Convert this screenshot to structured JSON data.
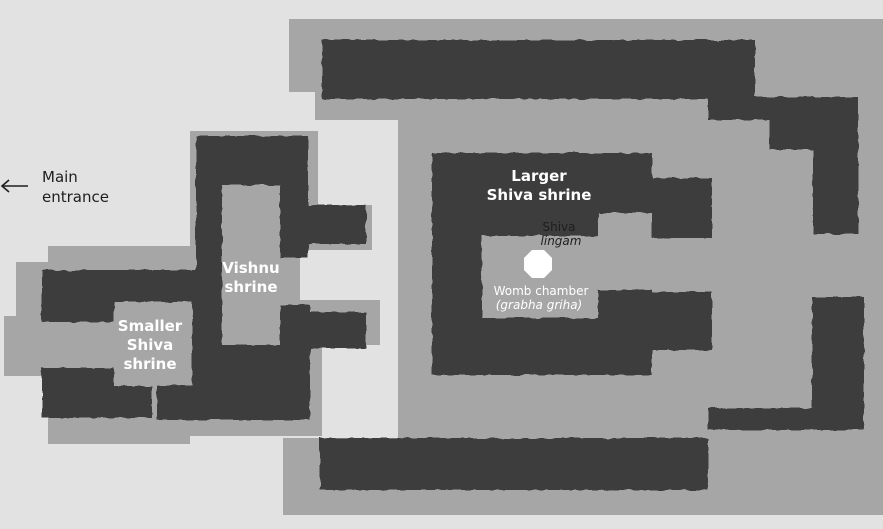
{
  "labels": {
    "entrance_line1": "Main",
    "entrance_line2": "entrance",
    "larger_shrine_line1": "Larger",
    "larger_shrine_line2": "Shiva shrine",
    "lingam_line1": "Shiva",
    "lingam_line2": "lingam",
    "womb_line1": "Womb chamber",
    "womb_line2": "(grabha griha)",
    "vishnu_line1": "Vishnu",
    "vishnu_line2": "shrine",
    "smaller_shrine_line1": "Smaller",
    "smaller_shrine_line2": "Shiva",
    "smaller_shrine_line3": "shrine"
  },
  "icons": {
    "entrance_arrow": "left-arrow-icon",
    "lingam": "octagon-icon"
  },
  "colors": {
    "background": "#e2e2e2",
    "platform": "#a6a6a6",
    "wall": "#3c3c3c",
    "lingam": "#ffffff",
    "label_dark": "#1e1e1e",
    "label_light": "#ffffff"
  }
}
